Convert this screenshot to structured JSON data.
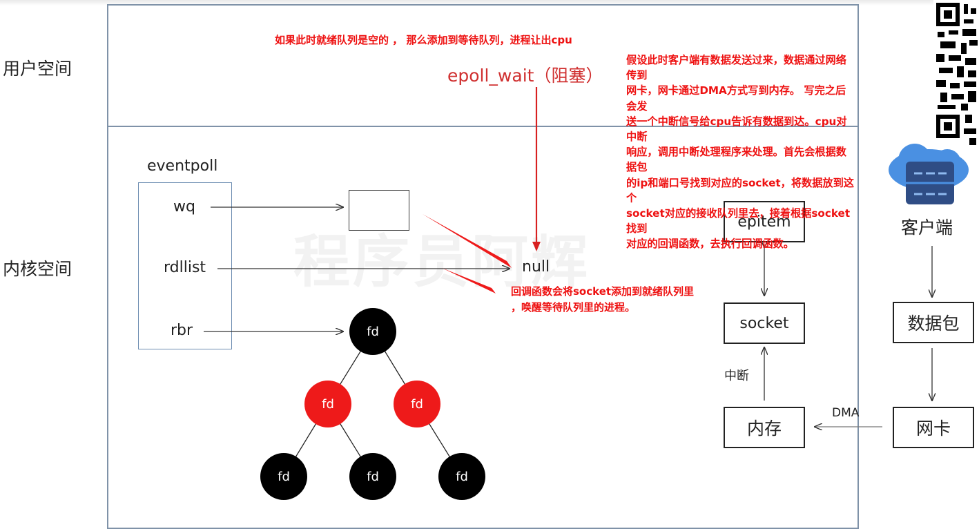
{
  "regions": {
    "user_space": "用户空间",
    "kernel_space": "内核空间"
  },
  "eventpoll": {
    "title": "eventpoll",
    "fields": [
      "wq",
      "rdllist",
      "rbr"
    ]
  },
  "null_label": "null",
  "epoll_wait": "epoll_wait（阻塞）",
  "notes": {
    "top": "如果此时就绪队列是空的 ， 那么添加到等待队列，进程让出cpu",
    "callback_line1": "回调函数会将socket添加到就绪队列里",
    "callback_line2": "，唤醒等待队列里的进程。",
    "client_explanation": "假设此时客户端有数据发送过来，数据通过网络传到\n网卡，网卡通过DMA方式写到内存。 写完之后会发\n送一个中断信号给cpu告诉有数据到达。cpu对中断\n响应，调用中断处理程序来处理。首先会根据数据包\n的ip和端口号找到对应的socket，将数据放到这个\nsocket对应的接收队列里去，接着根据socket找到\n对应的回调函数，去执行回调函数。"
  },
  "tree_nodes": [
    "fd",
    "fd",
    "fd",
    "fd",
    "fd",
    "fd"
  ],
  "kernel_flow": {
    "epitem": "epitem",
    "socket": "socket",
    "interrupt": "中断",
    "memory": "内存",
    "dma": "DMA"
  },
  "client_flow": {
    "client": "客户端",
    "packet": "数据包",
    "nic": "网卡"
  },
  "watermark": "程序员阿辉",
  "colors": {
    "annotation_red": "#ee1111",
    "epoll_red": "#d03030",
    "frame_blue": "#7f92a8",
    "node_black": "#000000",
    "node_red": "#ee1a1a",
    "cloud_blue": "#4a90e2"
  }
}
